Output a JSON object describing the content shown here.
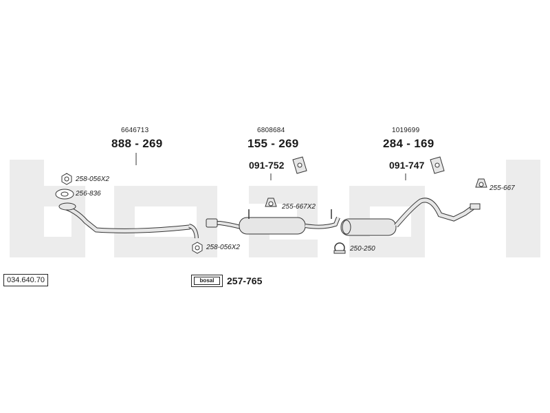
{
  "kit_number": "034.640.70",
  "columns": [
    {
      "oem": "6646713",
      "part": "888 - 269"
    },
    {
      "oem": "6808684",
      "part": "155 - 269",
      "mount": "091-752"
    },
    {
      "oem": "1019699",
      "part": "284 - 169",
      "mount": "091-747"
    }
  ],
  "refs": {
    "nut_top": "258-056X2",
    "gasket": "256-836",
    "nut_bottom": "258-056X2",
    "hanger_mid": "255-667X2",
    "clamp": "250-250",
    "hanger_end": "255-667"
  },
  "accessory": {
    "logo": "bosal",
    "part": "257-765"
  },
  "watermark_text": "bosal",
  "colors": {
    "watermark": "#ececec",
    "line": "#333333",
    "part_fill": "#e6e6e6"
  }
}
